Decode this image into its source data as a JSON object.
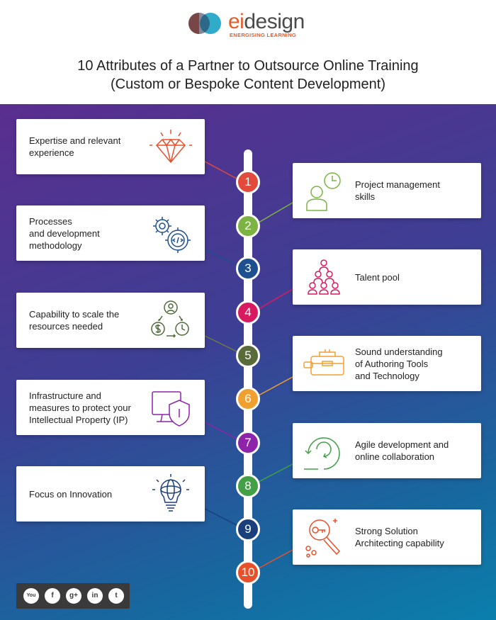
{
  "brand": {
    "name_part1": "ei",
    "name_part2": "design",
    "tagline": "ENERGISING LEARNING"
  },
  "title": {
    "line1": "10 Attributes of a Partner to Outsource Online Training",
    "line2": "(Custom or Bespoke Content Development)"
  },
  "attributes": [
    {
      "number": "1",
      "label": "Expertise and relevant\nexperience",
      "icon": "diamond-icon",
      "color": "#e24a3b"
    },
    {
      "number": "2",
      "label": "Project management\nskills",
      "icon": "manager-clock-icon",
      "color": "#7cb342"
    },
    {
      "number": "3",
      "label": "Processes\nand development\nmethodology",
      "icon": "gears-code-icon",
      "color": "#1e4f8f"
    },
    {
      "number": "4",
      "label": "Talent pool",
      "icon": "team-pyramid-icon",
      "color": "#d81b60"
    },
    {
      "number": "5",
      "label": "Capability to scale the\nresources needed",
      "icon": "resource-cycle-icon",
      "color": "#5a6b3a"
    },
    {
      "number": "6",
      "label": "Sound understanding\nof Authoring Tools\nand Technology",
      "icon": "toolbox-icon",
      "color": "#f0a030"
    },
    {
      "number": "7",
      "label": "Infrastructure and\nmeasures to protect your\nIntellectual Property (IP)",
      "icon": "monitor-shield-icon",
      "color": "#8e24aa"
    },
    {
      "number": "8",
      "label": "Agile development and\nonline collaboration",
      "icon": "agile-cycle-icon",
      "color": "#43a047"
    },
    {
      "number": "9",
      "label": "Focus on Innovation",
      "icon": "lightbulb-icon",
      "color": "#1a3f7a"
    },
    {
      "number": "10",
      "label": "Strong Solution\nArchitecting capability",
      "icon": "magnifier-key-icon",
      "color": "#e8502a"
    }
  ],
  "social": [
    {
      "name": "youtube-icon",
      "glyph": "You"
    },
    {
      "name": "facebook-icon",
      "glyph": "f"
    },
    {
      "name": "google-plus-icon",
      "glyph": "g+"
    },
    {
      "name": "linkedin-icon",
      "glyph": "in"
    },
    {
      "name": "twitter-icon",
      "glyph": "t"
    }
  ],
  "colors": {
    "accent": "#e55b2a",
    "card_bg": "#ffffff",
    "gradient_start": "#5a2e8f",
    "gradient_end": "#0b7fad"
  }
}
